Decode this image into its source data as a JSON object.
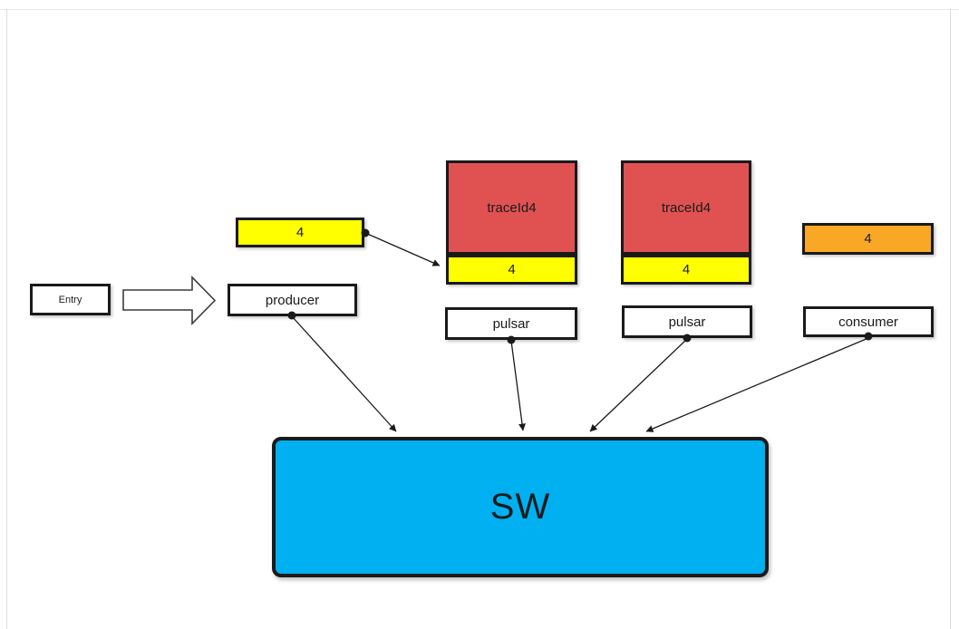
{
  "diagram": {
    "nodes": {
      "entry": {
        "label": "Entry"
      },
      "producer_queue": {
        "label": "4"
      },
      "producer": {
        "label": "producer"
      },
      "trace_left": {
        "title": "traceId4",
        "count": "4"
      },
      "trace_right": {
        "title": "traceId4",
        "count": "4"
      },
      "pulsar_left": {
        "label": "pulsar"
      },
      "pulsar_right": {
        "label": "pulsar"
      },
      "consumer_queue": {
        "label": "4"
      },
      "consumer": {
        "label": "consumer"
      },
      "sw": {
        "label": "SW"
      }
    },
    "colors": {
      "yellow": "#FFFF00",
      "red": "#E05252",
      "orange": "#F9A825",
      "blue": "#00B0F0",
      "shape_border": "#1A1A1A",
      "canvas_border": "#DCDCDC"
    }
  }
}
